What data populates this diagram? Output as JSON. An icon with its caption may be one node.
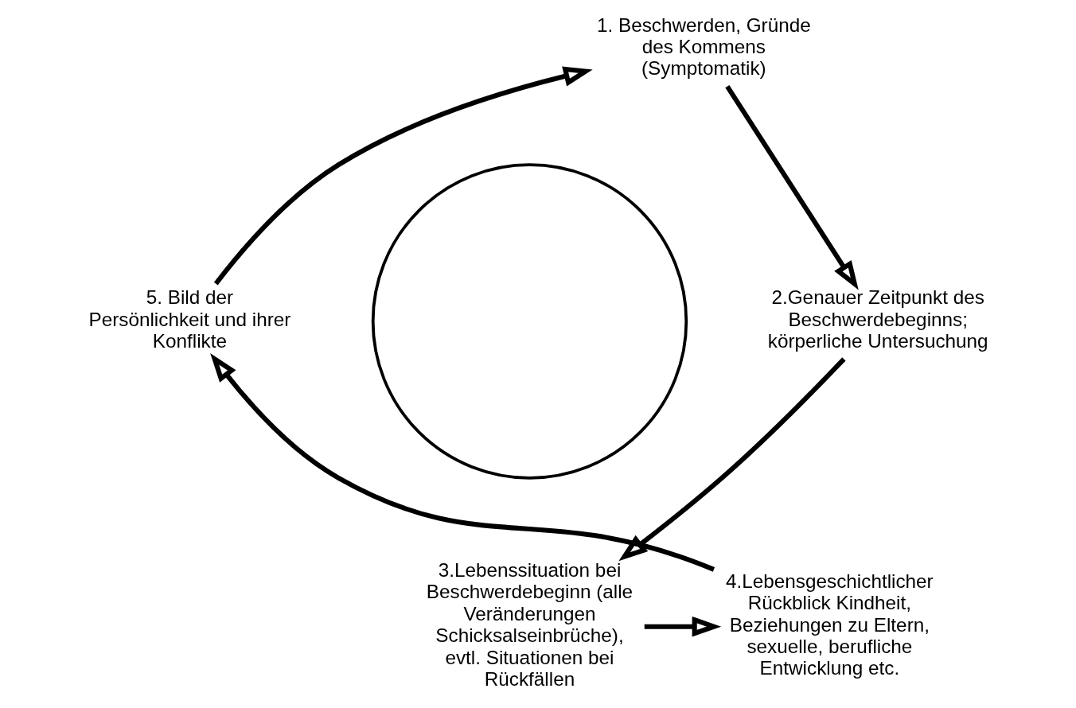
{
  "diagram": {
    "nodes": [
      {
        "text": [
          "1. Beschwerden, Gründe des Kommens (Symptomatik)"
        ]
      },
      {
        "text": [
          "2.Genauer Zeitpunkt des Beschwerdebeginns; körperliche Untersuchung"
        ]
      },
      {
        "text": [
          "3.Lebenssituation bei Beschwerdebeginn (alle Veränderungen Schicksalseinbrüche), evtl. Situationen bei Rückfällen"
        ]
      },
      {
        "text": [
          "4.Lebensgeschichtlicher Rückblick Kindheit, Beziehungen zu Eltern, sexuelle, berufliche Entwicklung etc."
        ]
      },
      {
        "text": [
          "5. Bild der Persönlichkeit und ihrer Konflikte"
        ]
      },
      {
        "text": [],
        "shape": "circle"
      }
    ],
    "edges": [
      {
        "from": 0,
        "to": 1,
        "arrow": "to"
      },
      {
        "from": 1,
        "to": 2,
        "arrow": "to"
      },
      {
        "from": 2,
        "to": 3,
        "arrow": "to"
      },
      {
        "from": 3,
        "to": 4,
        "arrow": "to"
      },
      {
        "from": 4,
        "to": 0,
        "arrow": "to"
      }
    ]
  }
}
